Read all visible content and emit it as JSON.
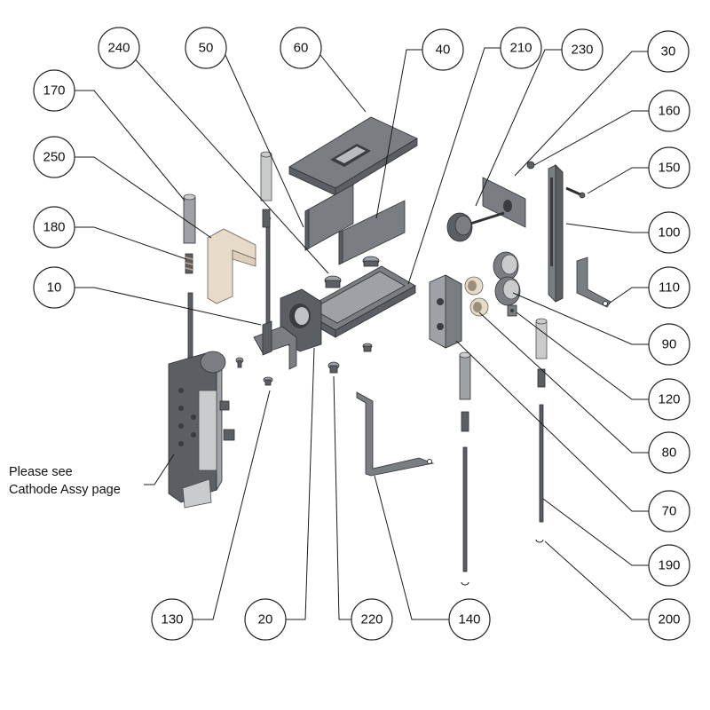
{
  "callouts": [
    {
      "id": "10",
      "label": "10"
    },
    {
      "id": "20",
      "label": "20"
    },
    {
      "id": "30",
      "label": "30"
    },
    {
      "id": "40",
      "label": "40"
    },
    {
      "id": "50",
      "label": "50"
    },
    {
      "id": "60",
      "label": "60"
    },
    {
      "id": "70",
      "label": "70"
    },
    {
      "id": "80",
      "label": "80"
    },
    {
      "id": "90",
      "label": "90"
    },
    {
      "id": "100",
      "label": "100"
    },
    {
      "id": "110",
      "label": "110"
    },
    {
      "id": "120",
      "label": "120"
    },
    {
      "id": "130",
      "label": "130"
    },
    {
      "id": "140",
      "label": "140"
    },
    {
      "id": "150",
      "label": "150"
    },
    {
      "id": "160",
      "label": "160"
    },
    {
      "id": "170",
      "label": "170"
    },
    {
      "id": "180",
      "label": "180"
    },
    {
      "id": "190",
      "label": "190"
    },
    {
      "id": "200",
      "label": "200"
    },
    {
      "id": "210",
      "label": "210"
    },
    {
      "id": "220",
      "label": "220"
    },
    {
      "id": "230",
      "label": "230"
    },
    {
      "id": "240",
      "label": "240"
    },
    {
      "id": "250",
      "label": "250"
    }
  ],
  "note": {
    "line1": "Please see",
    "line2": "Cathode Assy page"
  }
}
